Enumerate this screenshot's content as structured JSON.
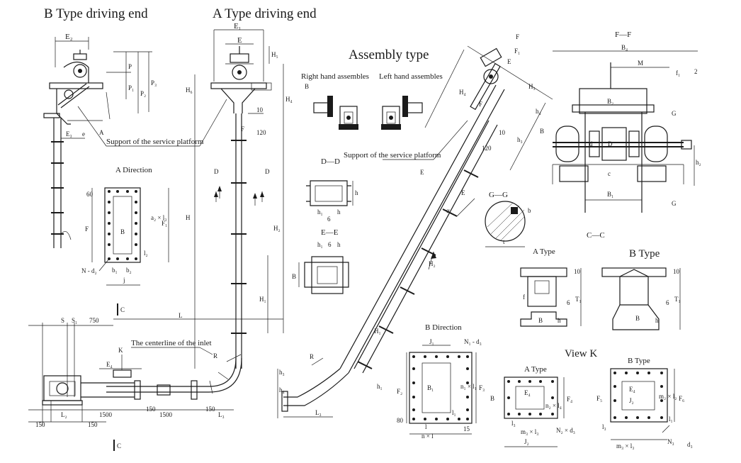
{
  "titles": {
    "b_type_end": "B Type driving end",
    "a_type_end": "A Type driving end",
    "assembly_type": "Assembly type",
    "right_hand": "Right hand assembles",
    "left_hand": "Left hand assembles",
    "support_platform_1": "Support of the service platform",
    "support_platform_2": "Support of the service platform",
    "inlet_centerline": "The centerline of the inlet",
    "view_k": "View K"
  },
  "section_labels": {
    "a_direction": "A  Direction",
    "b_direction": "B  Direction",
    "d_d": "D—D",
    "e_e": "E—E",
    "f_f": "F—F",
    "g_g": "G—G",
    "c_c": "C—C",
    "a_type_1": "A Type",
    "b_type_1": "B Type",
    "a_type_2": "A  Type",
    "b_type_2": "B  Type"
  },
  "dimensions": {
    "e2": "E₂",
    "e1": "E₁",
    "e": "E",
    "e3": "E₃",
    "e4": "E₄",
    "h5": "H₅",
    "h6": "H₆",
    "h4": "H₄",
    "h": "H",
    "h1": "H₁",
    "h2": "H₂",
    "h3": "h₃",
    "h4s": "h₄",
    "p": "P",
    "p1": "P₁",
    "p2": "P₂",
    "p3": "P₃",
    "l": "L",
    "l2": "L₂",
    "l3": "L₃",
    "d750": "750",
    "d1500a": "1500",
    "d1500b": "1500",
    "d150a": "150",
    "d150b": "150",
    "d150c": "150",
    "d150d": "150",
    "d10": "10",
    "d120a": "120",
    "d120b": "120",
    "d10b": "10",
    "d60": "60",
    "d80": "80",
    "d15": "15",
    "s": "S",
    "s1": "S₁",
    "k": "K",
    "r": "R",
    "r2": "R",
    "f": "F",
    "f1": "F₁",
    "b": "B",
    "b1": "b₁",
    "b2": "b₂",
    "j": "j",
    "a2l3": "a₂ × l₃",
    "l2s": "l₂",
    "n_d2": "N - d₂",
    "b4": "B₄",
    "b2cap": "B₂",
    "b1cap": "B₁",
    "m": "M",
    "f1s": "f₁",
    "d2": "2",
    "g": "G",
    "g2": "G",
    "h2s": "h₂",
    "d_small": "d",
    "dcap": "D",
    "c_small": "c",
    "t": "t",
    "b_small": "b",
    "alpha": "α",
    "h1s": "h₁",
    "h_s": "h",
    "six": "6",
    "c1": "C",
    "c2": "C",
    "d1": "D",
    "d2lbl": "D",
    "e_lbl1": "E",
    "e_lbl2": "E",
    "bside": "B",
    "ff1": "F",
    "ff2": "F",
    "f1b": "F₁",
    "h4b": "H₄",
    "h5b": "H₅",
    "h1b": "H₁",
    "h2b": "H₂",
    "h1c": "h₁",
    "a_arrow": "A",
    "cc_c": "C",
    "t1": "T₁",
    "t1b": "T₁",
    "ten_a": "10",
    "ten_b": "10",
    "six_a": "6",
    "six_b": "6",
    "h_a": "h",
    "h_b": "h",
    "f_a": "f",
    "b_a": "B",
    "b_b": "B",
    "e_lbl3": "e",
    "j1": "J₁",
    "n1d3": "N₁ - d₃",
    "b1dir": "B₁",
    "f2": "F₂",
    "f3": "F₃",
    "n1l1": "n₁ × l₁",
    "l1": "l₁",
    "l_s": "l",
    "nl": "n × l",
    "e4k": "E₄",
    "f4": "F₄",
    "n2l4": "n₂ × l₄",
    "j2": "J₂",
    "l3s": "l₃",
    "m3l3": "m₃ × l₃",
    "n2d3": "N₂ × d₃",
    "e4kb": "E₄",
    "j2b": "J₂",
    "f5": "F₅",
    "f6": "F₆",
    "m3l3b": "m₃ × l₃",
    "n3": "N₃",
    "d3": "d₃",
    "l3b": "l₃",
    "l1b": "l₁",
    "m2l2": "m₂ × l₂",
    "bk": "B"
  }
}
